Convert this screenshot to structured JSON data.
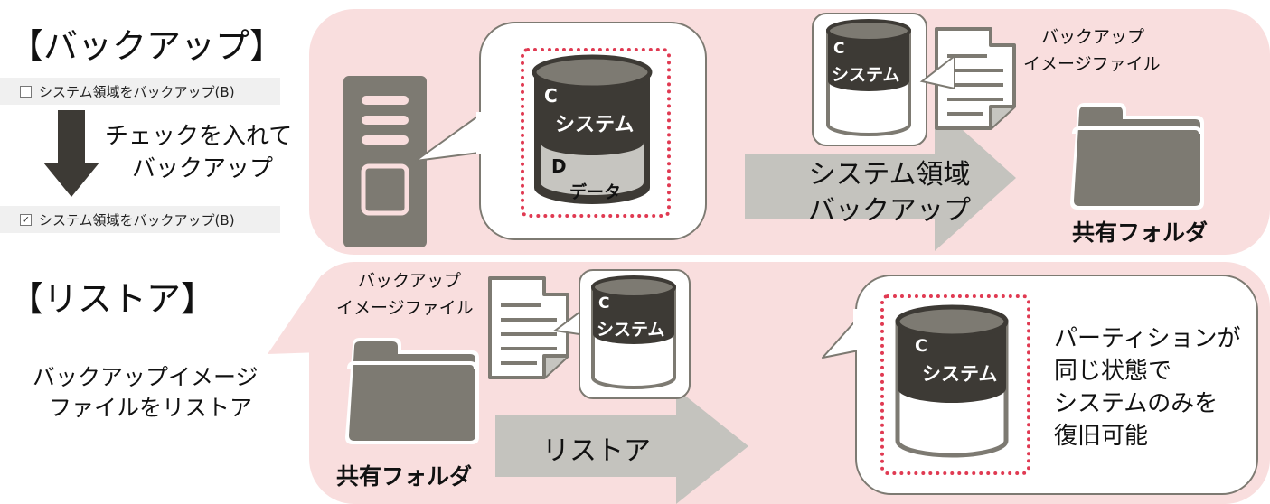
{
  "backup": {
    "heading": "【バックアップ】",
    "checkbox_unchecked_label": "システム領域をバックアップ(B)",
    "checkbox_checked_label": "システム領域をバックアップ(B)",
    "checked_mark": "✓",
    "instruction_line1": "チェックを入れて",
    "instruction_line2": "バックアップ",
    "disk_top_letter": "C",
    "disk_top_label": "システム",
    "disk_bottom_letter": "D",
    "disk_bottom_label": "データ",
    "image_file_line1": "バックアップ",
    "image_file_line2": "イメージファイル",
    "image_disk_letter": "C",
    "image_disk_label": "システム",
    "arrow_line1": "システム領域",
    "arrow_line2": "バックアップ",
    "folder_label": "共有フォルダ"
  },
  "restore": {
    "heading": "【リストア】",
    "description_line1": "バックアップイメージ",
    "description_line2": "ファイルをリストア",
    "image_file_line1": "バックアップ",
    "image_file_line2": "イメージファイル",
    "image_disk_letter": "C",
    "image_disk_label": "システム",
    "folder_label": "共有フォルダ",
    "arrow_label": "リストア",
    "result_disk_letter": "C",
    "result_disk_label": "システム",
    "note_line1": "パーティションが",
    "note_line2": "同じ状態で",
    "note_line3": "システムのみを",
    "note_line4": "復旧可能"
  },
  "colors": {
    "panel_pink": "#f9dede",
    "dark_gray": "#3d3a35",
    "mid_gray": "#7d7a72",
    "light_gray": "#c6c5c0",
    "arrow_gray": "#c4c3be",
    "dotted_red": "#e03a52"
  }
}
